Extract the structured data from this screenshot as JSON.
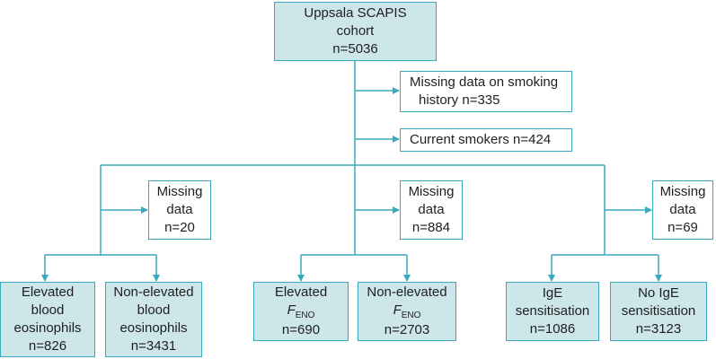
{
  "root": {
    "lines": [
      "Uppsala SCAPIS",
      "cohort",
      "n=5036"
    ]
  },
  "exclusions": [
    {
      "lines": [
        "Missing data on smoking",
        "history n=335"
      ]
    },
    {
      "lines": [
        "Current smokers n=424"
      ]
    }
  ],
  "missing": [
    {
      "lines": [
        "Missing",
        "data",
        "n=20"
      ]
    },
    {
      "lines": [
        "Missing",
        "data",
        "n=884"
      ]
    },
    {
      "lines": [
        "Missing",
        "data",
        "n=69"
      ]
    }
  ],
  "outcomes": [
    {
      "lines": [
        "Elevated",
        "blood",
        "eosinophils",
        "n=826"
      ]
    },
    {
      "lines": [
        "Non-elevated",
        "blood",
        "eosinophils",
        "n=3431"
      ]
    },
    {
      "line1": "Elevated",
      "feno": "F",
      "feno_sub": "ENO",
      "n": "n=690"
    },
    {
      "line1": "Non-elevated",
      "feno": "F",
      "feno_sub": "ENO",
      "n": "n=2703"
    },
    {
      "lines": [
        "IgE",
        "sensitisation",
        "n=1086"
      ]
    },
    {
      "lines": [
        "No IgE",
        "sensitisation",
        "n=3123"
      ]
    }
  ],
  "colors": {
    "box_fill": "#cce6ea",
    "box_border": "#3aa9bd",
    "connector": "#3aa9bd"
  }
}
